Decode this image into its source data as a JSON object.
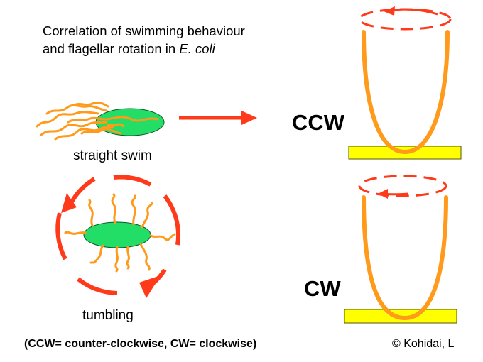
{
  "title": {
    "line1": "Correlation of swimming behaviour",
    "line2_prefix": "and flagellar rotation in ",
    "line2_species": "E. coli"
  },
  "modes": [
    {
      "id": "straight",
      "label": "straight swim",
      "rotation": "CCW",
      "motion": "linear-arrow"
    },
    {
      "id": "tumbling",
      "label": "tumbling",
      "rotation": "CW",
      "motion": "circular-arrows"
    }
  ],
  "rotation_labels": {
    "ccw": "CCW",
    "cw": "CW"
  },
  "footnote": "(CCW= counter-clockwise, CW= clockwise)",
  "credit": "© Kohidai, L",
  "colors": {
    "cell_fill": "#22dd66",
    "cell_outline": "#0a5a2a",
    "flagella": "#ff9a1a",
    "arrow": "#ff3a1a",
    "motor_base": "#ffff00",
    "motor_base_outline": "#555500",
    "text": "#000000"
  }
}
